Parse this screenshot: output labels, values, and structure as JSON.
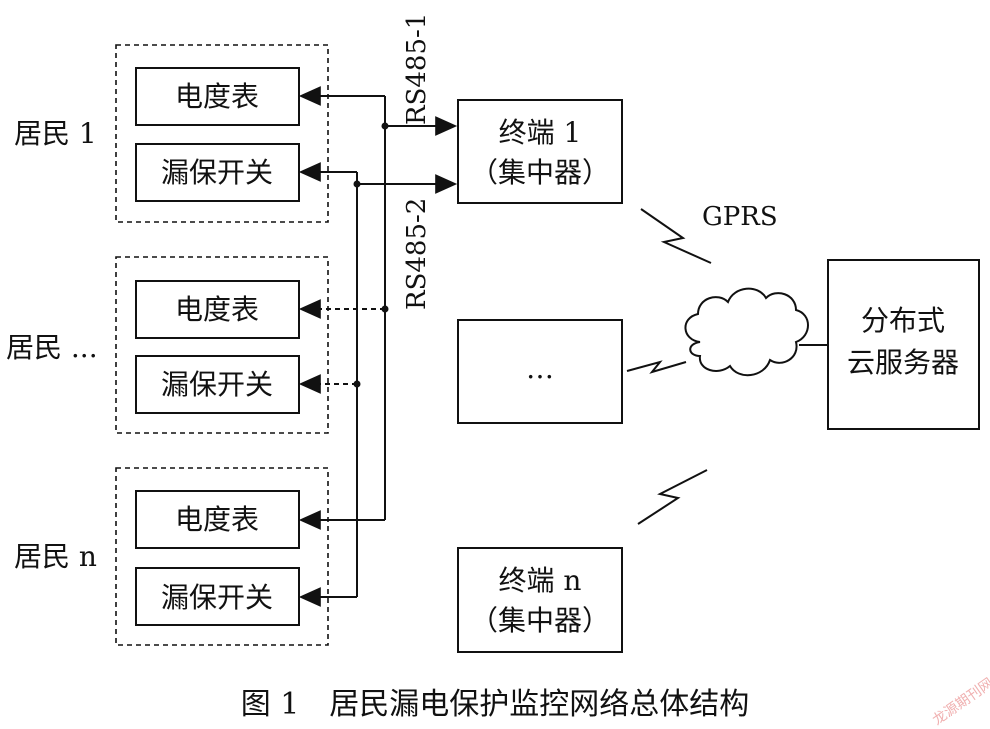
{
  "groups": [
    {
      "label": "居民 1",
      "meter": "电度表",
      "switch": "漏保开关"
    },
    {
      "label": "居民 ...",
      "meter": "电度表",
      "switch": "漏保开关"
    },
    {
      "label": "居民 n",
      "meter": "电度表",
      "switch": "漏保开关"
    }
  ],
  "bus": {
    "rs485_1": "RS485-1",
    "rs485_2": "RS485-2"
  },
  "terminals": {
    "t1_line1": "终端 1",
    "t1_line2": "（集中器）",
    "mid": "…",
    "tn_line1": "终端 n",
    "tn_line2": "（集中器）"
  },
  "gprs": "GPRS",
  "server": {
    "line1": "分布式",
    "line2": "云服务器"
  },
  "caption": "图 1　居民漏电保护监控网络总体结构",
  "watermark": "龙源期刊网"
}
